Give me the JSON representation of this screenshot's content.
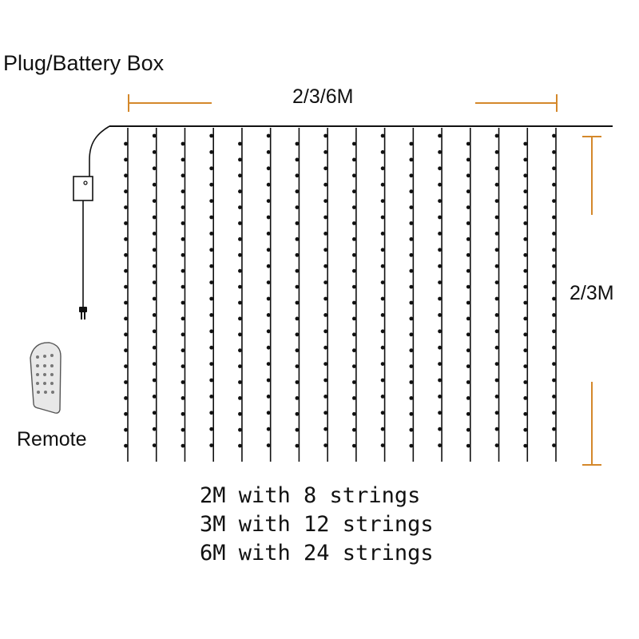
{
  "labels": {
    "plug_box": "Plug/Battery Box",
    "width": "2/3/6M",
    "height": "2/3M",
    "remote": "Remote"
  },
  "notes": [
    "2M with 8 strings",
    "3M with 12 strings",
    "6M with 24 strings"
  ],
  "curtain": {
    "visible_strings": 16,
    "beads_per_string": 20
  },
  "colors": {
    "line": "#111111",
    "dimension": "#d4882b",
    "remote_body": "#e8e8e8"
  },
  "icons": [
    "plug-icon",
    "battery-box-icon",
    "remote-control-icon"
  ]
}
